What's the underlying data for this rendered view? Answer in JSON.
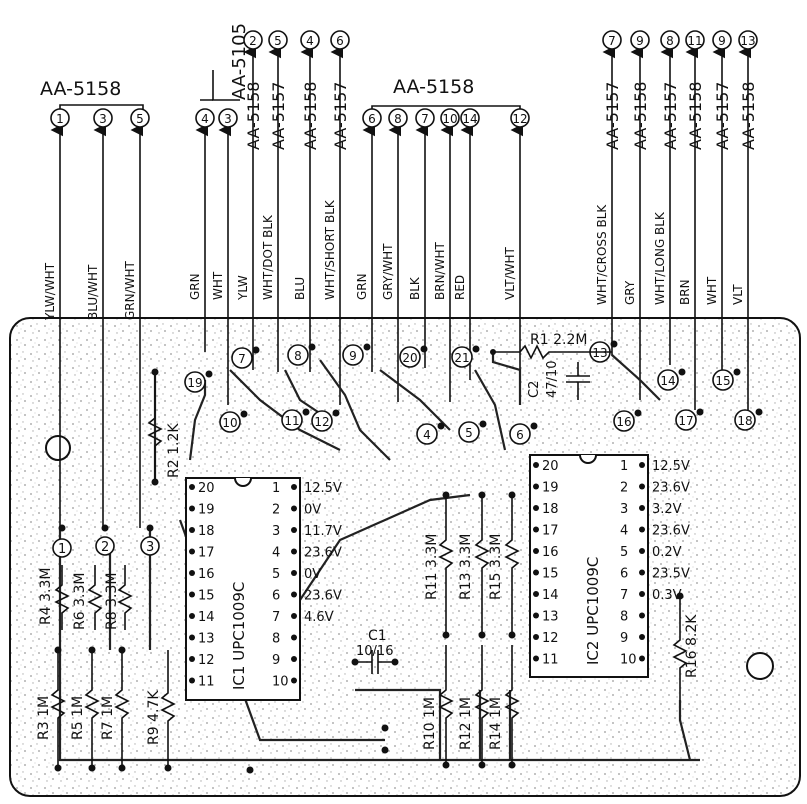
{
  "connectors": {
    "left_group": "AA-5158",
    "mid_group": "AA-5105",
    "right_group": "AA-5158"
  },
  "wires": [
    {
      "color": "YLW/WHT",
      "pin": "1",
      "conn": ""
    },
    {
      "color": "BLU/WHT",
      "pin": "3",
      "conn": ""
    },
    {
      "color": "GRN/WHT",
      "pin": "5",
      "conn": ""
    },
    {
      "color": "GRN",
      "pin": "4",
      "conn": ""
    },
    {
      "color": "WHT",
      "pin": "3",
      "conn": ""
    },
    {
      "color": "YLW",
      "pin": "2",
      "conn": "AA-5158"
    },
    {
      "color": "WHT/DOT BLK",
      "pin": "5",
      "conn": "AA-5157"
    },
    {
      "color": "BLU",
      "pin": "4",
      "conn": "AA-5158"
    },
    {
      "color": "WHT/SHORT BLK",
      "pin": "6",
      "conn": "AA-5157"
    },
    {
      "color": "GRN",
      "pin": "6",
      "conn": ""
    },
    {
      "color": "GRY/WHT",
      "pin": "8",
      "conn": ""
    },
    {
      "color": "BLK",
      "pin": "7",
      "conn": ""
    },
    {
      "color": "BRN/WHT",
      "pin": "10",
      "conn": ""
    },
    {
      "color": "RED",
      "pin": "14",
      "conn": ""
    },
    {
      "color": "VLT/WHT",
      "pin": "12",
      "conn": ""
    },
    {
      "color": "WHT/CROSS BLK",
      "pin": "7",
      "conn": "AA-5157"
    },
    {
      "color": "GRY",
      "pin": "9",
      "conn": "AA-5158"
    },
    {
      "color": "WHT/LONG BLK",
      "pin": "8",
      "conn": "AA-5157"
    },
    {
      "color": "BRN",
      "pin": "11",
      "conn": "AA-5158"
    },
    {
      "color": "WHT",
      "pin": "9",
      "conn": "AA-5157"
    },
    {
      "color": "VLT",
      "pin": "13",
      "conn": "AA-5158"
    }
  ],
  "board_pads_top": [
    "19",
    "10",
    "7",
    "11",
    "8",
    "12",
    "9",
    "4",
    "20",
    "5",
    "21",
    "6",
    "13",
    "16",
    "14",
    "17",
    "15",
    "18"
  ],
  "board_pads_left": [
    "1",
    "2",
    "3"
  ],
  "ic1": {
    "name": "IC1 UPC1009C",
    "left_pins": [
      "20",
      "19",
      "18",
      "17",
      "16",
      "15",
      "14",
      "13",
      "12",
      "11"
    ],
    "right_pins": [
      "1",
      "2",
      "3",
      "4",
      "5",
      "6",
      "7",
      "8",
      "9",
      "10"
    ],
    "voltages": [
      "12.5V",
      "0V",
      "11.7V",
      "23.6V",
      "0V",
      "23.6V",
      "4.6V",
      "",
      "",
      ""
    ]
  },
  "ic2": {
    "name": "IC2 UPC1009C",
    "left_pins": [
      "20",
      "19",
      "18",
      "17",
      "16",
      "15",
      "14",
      "13",
      "12",
      "11"
    ],
    "right_pins": [
      "1",
      "2",
      "3",
      "4",
      "5",
      "6",
      "7",
      "8",
      "9",
      "10"
    ],
    "voltages": [
      "12.5V",
      "23.6V",
      "3.2V",
      "23.6V",
      "0.2V",
      "23.5V",
      "0.3V",
      "",
      "",
      ""
    ]
  },
  "resistors": {
    "r1": "R1 2.2M",
    "r2": "R2 1.2K",
    "r3": "R3 1M",
    "r4": "R4 3.3M",
    "r5": "R5 1M",
    "r6": "R6 3.3M",
    "r7": "R7 1M",
    "r8": "R8 3.3M",
    "r9": "R9 4.7K",
    "r10": "R10 1M",
    "r11": "R11 3.3M",
    "r12": "R12 1M",
    "r13": "R13 3.3M",
    "r14": "R14 1M",
    "r15": "R15 3.3M",
    "r16": "R16 8.2K"
  },
  "capacitors": {
    "c1_name": "C1",
    "c1_value": "10/16",
    "c2_name": "C2",
    "c2_value": "47/10"
  }
}
